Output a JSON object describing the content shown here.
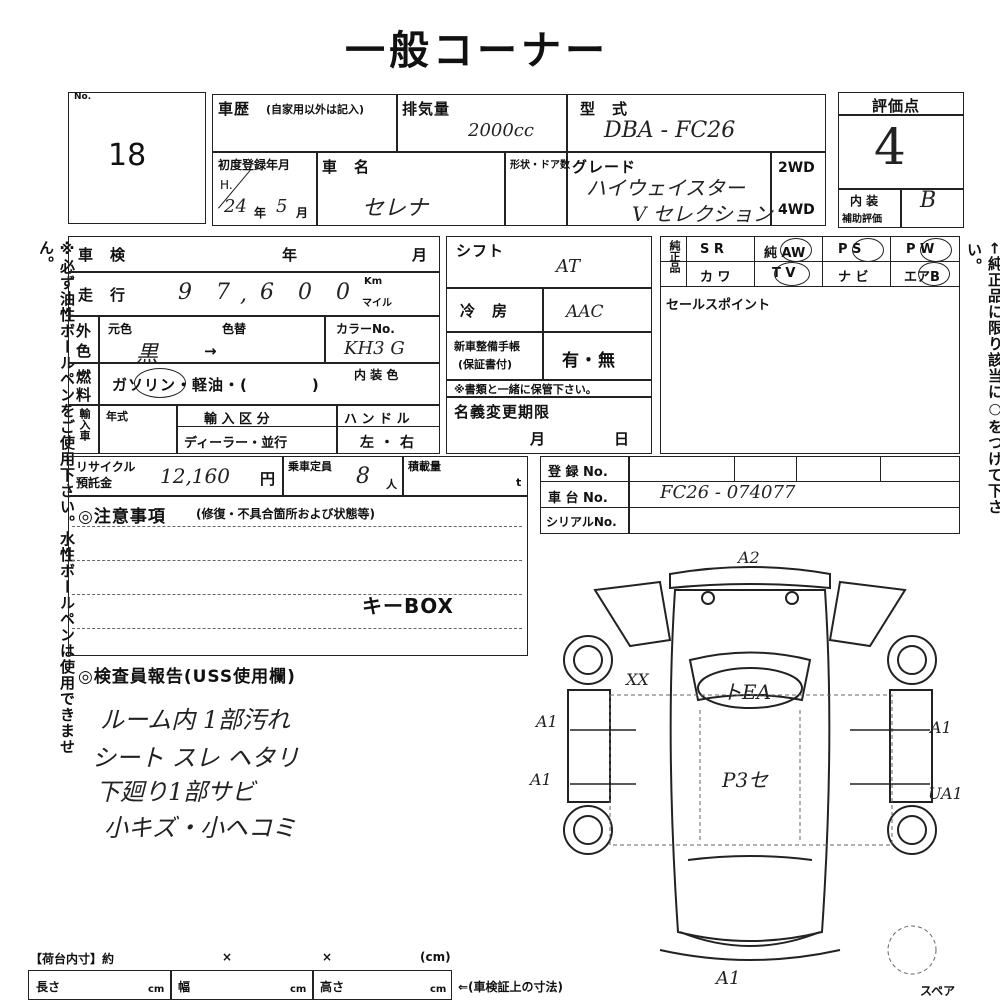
{
  "title": "一般コーナー",
  "lot": {
    "label": "No.",
    "number": "18"
  },
  "history": {
    "label": "車歴",
    "note": "(自家用以外は記入)"
  },
  "displacement": {
    "label": "排気量",
    "value": "2000cc"
  },
  "model": {
    "label": "型　式",
    "value": "DBA - FC26"
  },
  "score": {
    "label": "評価点",
    "value": "4",
    "interior_label": "内 装",
    "interior_sub": "補助評価",
    "interior_value": "B"
  },
  "first_reg": {
    "label": "初度登録年月",
    "era": "H.",
    "year": "24",
    "year_unit": "年",
    "month": "5",
    "month_unit": "月"
  },
  "car_name": {
    "label": "車　名",
    "value": "セレナ"
  },
  "doors_label": "形状・ドア数",
  "grade": {
    "label": "グレード",
    "line1": "ハイウェイスター",
    "line2": "V セレクション"
  },
  "drive": {
    "opt1": "2WD",
    "opt2": "4WD"
  },
  "inspection": {
    "label": "車　検",
    "year": "年",
    "month": "月"
  },
  "mileage": {
    "label": "走　行",
    "digits": [
      "",
      "9",
      "7",
      "6",
      "0",
      "0"
    ],
    "sep": ",",
    "unit1": "Km",
    "unit2": "マイル"
  },
  "shift": {
    "label": "シフト",
    "value": "AT"
  },
  "ac": {
    "label": "冷　房",
    "value": "AAC"
  },
  "genuine": {
    "label": "純正品",
    "row1": [
      "S R",
      "純 AW",
      "P S",
      "P W"
    ],
    "row2": [
      "カ ワ",
      "T V",
      "ナ ビ",
      "エアB"
    ]
  },
  "sales_point": {
    "label": "セールスポイント"
  },
  "exterior_color": {
    "label1": "外",
    "label2": "色",
    "orig": "元色",
    "change": "色替",
    "orig_val": "黒",
    "arrow": "→",
    "color_no_label": "カラーNo.",
    "color_no": "KH3 G"
  },
  "warranty": {
    "label": "新車整備手帳",
    "sub": "(保証書付)",
    "value": "有・無",
    "note": "※書類と一緒に保管下さい。"
  },
  "fuel": {
    "label1": "燃",
    "label2": "料",
    "options": "ガソリン・軽油・(　　　　)",
    "interior_color": "内 装 色"
  },
  "import": {
    "label": "輸入車",
    "year_label": "年式",
    "kind_label": "輸 入 区 分",
    "kind_value": "ディーラー・並行",
    "handle_label": "ハ ン ド ル",
    "handle_value": "左・右"
  },
  "name_change": {
    "label": "名義変更期限",
    "month": "月",
    "day": "日"
  },
  "recycle": {
    "label1": "リサイクル",
    "label2": "預託金",
    "value": "12,160",
    "unit": "円"
  },
  "capacity": {
    "label": "乗車定員",
    "value": "8",
    "unit": "人"
  },
  "load": {
    "label": "積載量",
    "unit": "t"
  },
  "reg_no": {
    "label": "登 録 No."
  },
  "chassis": {
    "label": "車 台 No.",
    "value": "FC26 - 074077"
  },
  "serial": {
    "label": "シリアルNo."
  },
  "notes": {
    "label": "◎注意事項",
    "sub": "(修復・不具合箇所および状態等)",
    "keybox": "キーBOX"
  },
  "inspector": {
    "label": "◎検査員報告(USS使用欄)",
    "lines": [
      "ルーム内 1部汚れ",
      "シート スレ ヘタリ",
      "下廻り1部サビ",
      "小キズ・小ヘコミ"
    ]
  },
  "left_note": "※必ず油性ボールペンをご使用下さい。水性ボールペンは使用できません。",
  "right_note": "←純正品に限り該当に○をつけて下さい。",
  "diagram": {
    "top": "A2",
    "xx": "XX",
    "windshield": "トEA",
    "roof": "P3セ",
    "left1": "A1",
    "left2": "A1",
    "right1": "A1",
    "right2": "UA1",
    "bottom": "A1",
    "spare": "スペア"
  },
  "cargo": {
    "label": "【荷台内寸】約",
    "x1": "×",
    "x2": "×",
    "unit": "(cm)",
    "length": "長さ",
    "width": "幅",
    "height": "高さ",
    "cm": "cm",
    "arrow_note": "⇐(車検証上の寸法)"
  }
}
